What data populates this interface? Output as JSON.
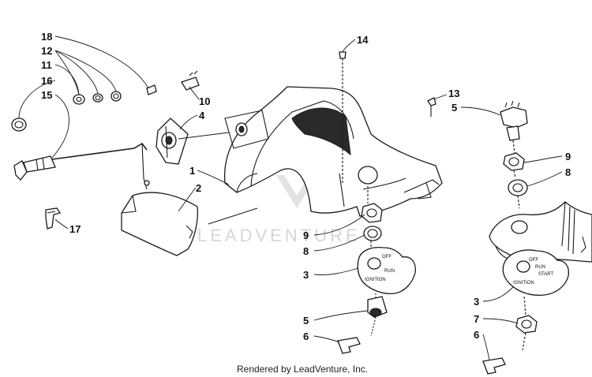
{
  "footer": "Rendered by LeadVenture, Inc.",
  "watermark": "LEADVENTURE",
  "switch_labels_left": {
    "off": "OFF",
    "run": "RUN",
    "ignition": "IGNITION"
  },
  "switch_labels_right": {
    "off": "OFF",
    "run": "RUN",
    "start": "START",
    "ignition": "IGNITION"
  },
  "callouts": {
    "c18": "18",
    "c12": "12",
    "c11": "11",
    "c16": "16",
    "c15": "15",
    "c10": "10",
    "c4": "4",
    "c1": "1",
    "c2": "2",
    "c17": "17",
    "c14": "14",
    "c9a": "9",
    "c8a": "8",
    "c3a": "3",
    "c5a": "5",
    "c6a": "6",
    "c13": "13",
    "c5b": "5",
    "c9b": "9",
    "c8b": "8",
    "c3b": "3",
    "c7b": "7",
    "c6b": "6"
  }
}
